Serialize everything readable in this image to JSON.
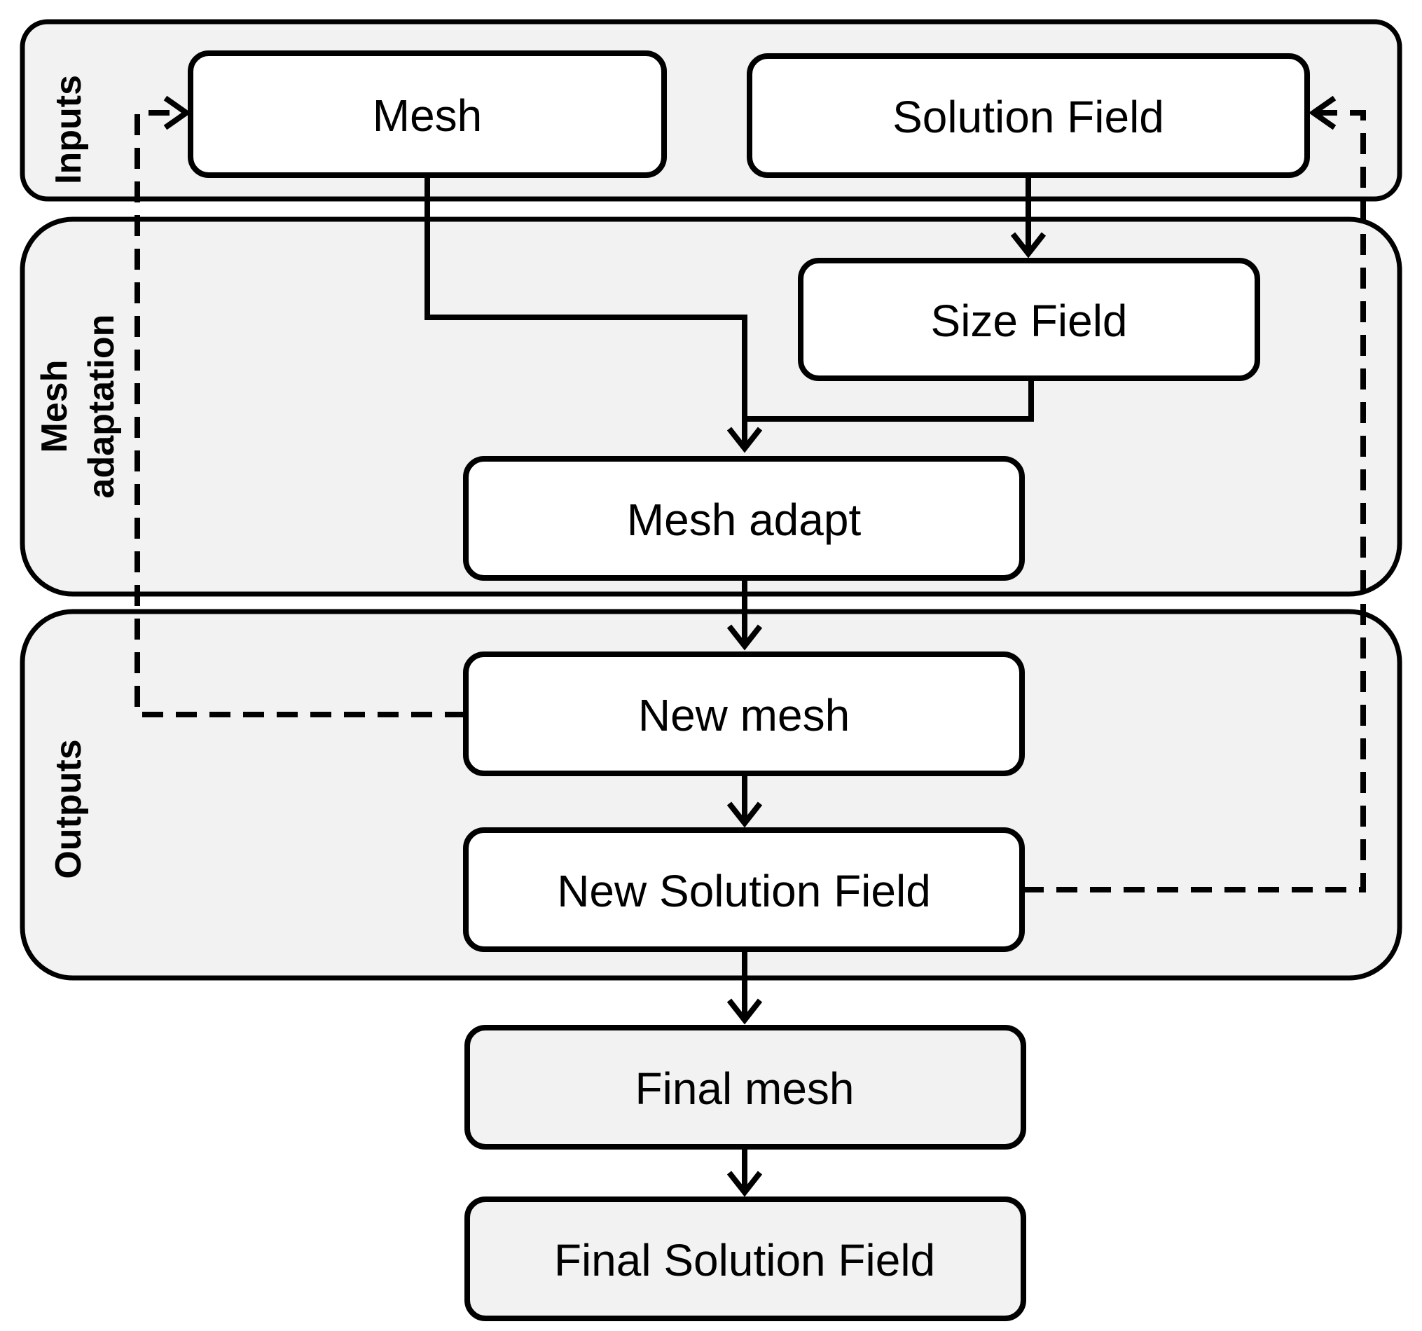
{
  "panels": {
    "inputs": "Inputs",
    "mesh_adaptation_line1": "Mesh",
    "mesh_adaptation_line2": "adaptation",
    "outputs": "Outputs"
  },
  "nodes": {
    "mesh": "Mesh",
    "solution_field": "Solution Field",
    "size_field": "Size Field",
    "mesh_adapt": "Mesh adapt",
    "new_mesh": "New mesh",
    "new_solution_field": "New Solution Field",
    "final_mesh": "Final mesh",
    "final_solution_field": "Final Solution Field"
  },
  "colors": {
    "panel_fill": "#f2f2f2",
    "box_fill": "#ffffff",
    "final_box_fill": "#f2f2f2",
    "stroke": "#000000"
  }
}
